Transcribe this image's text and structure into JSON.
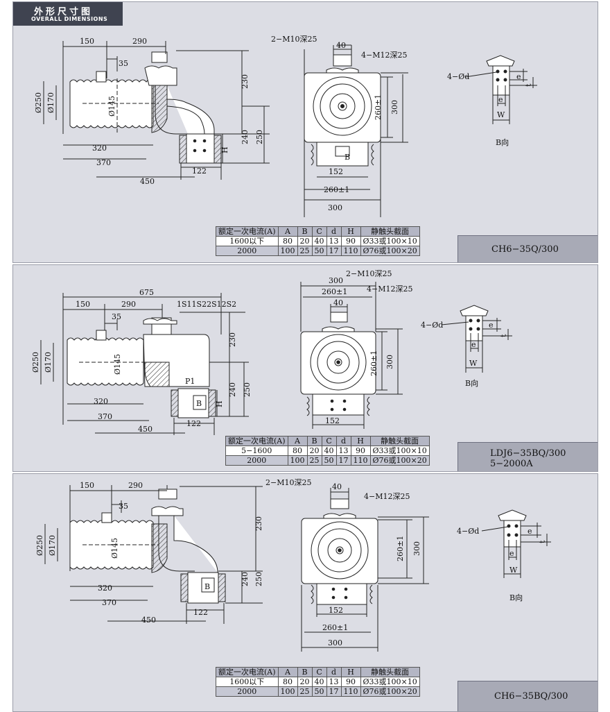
{
  "header": {
    "title_cn": "外形尺寸图",
    "title_en": "OVERALL DIMENSIONS"
  },
  "colors": {
    "panel_bg": "#dcdde4",
    "header_bg": "#3f4350",
    "model_box": "#a8aab6",
    "table_head": "#b4b6c4",
    "table_row_alt": "#c6c8d4",
    "line": "#222222",
    "hatch": "#444444"
  },
  "panels": [
    {
      "model_line1": "CH6−35Q/300",
      "model_line2": "",
      "dims": {
        "d150": "150",
        "d290": "290",
        "d35": "35",
        "d230": "230",
        "d240": "240",
        "d250": "250",
        "d320": "320",
        "d370": "370",
        "d450": "450",
        "d122": "122",
        "H": "H",
        "phi250": "Ø250",
        "phi170": "Ø170",
        "phi145": "Ø145",
        "m10": "2−M10深25",
        "m12": "4−M12深25",
        "d40": "40",
        "d260pm": "260±1",
        "d300": "300",
        "d152": "152",
        "d260b": "260±1",
        "d300b": "300",
        "B": "B",
        "phid": "4−Ød",
        "e1": "e",
        "t": "t",
        "e2": "e",
        "W": "W",
        "bview": "B向"
      },
      "table": {
        "headers": [
          "额定一次电流(A)",
          "A",
          "B",
          "C",
          "d",
          "H",
          "静触头截面"
        ],
        "rows": [
          [
            "1600以下",
            "80",
            "20",
            "40",
            "13",
            "90",
            "Ø33或100×10"
          ],
          [
            "2000",
            "100",
            "25",
            "50",
            "17",
            "110",
            "Ø76或100×20"
          ]
        ]
      }
    },
    {
      "model_line1": "LDJ6−35BQ/300",
      "model_line2": "5−2000A",
      "dims": {
        "d675": "675",
        "d150": "150",
        "d290": "290",
        "d35": "35",
        "term": "1S11S22S12S2",
        "d230": "230",
        "d240": "240",
        "d250": "250",
        "d320": "320",
        "d370": "370",
        "d450": "450",
        "d122": "122",
        "H": "H",
        "P1": "P1",
        "B": "B",
        "phi250": "Ø250",
        "phi170": "Ø170",
        "phi145": "Ø145",
        "d300t": "300",
        "d260t": "260±1",
        "m10": "2−M10深25",
        "m12": "4−M12深25",
        "d40": "40",
        "d260pm": "260±1",
        "d300": "300",
        "d152": "152",
        "phid": "4−Ød",
        "e1": "e",
        "t": "t",
        "e2": "e",
        "W": "W",
        "bview": "B向"
      },
      "table": {
        "headers": [
          "额定一次电流(A)",
          "A",
          "B",
          "C",
          "d",
          "H",
          "静触头截面"
        ],
        "rows": [
          [
            "5−1600",
            "80",
            "20",
            "40",
            "13",
            "90",
            "Ø33或100×10"
          ],
          [
            "2000",
            "100",
            "25",
            "50",
            "17",
            "110",
            "Ø76或100×20"
          ]
        ]
      }
    },
    {
      "model_line1": "CH6−35BQ/300",
      "model_line2": "",
      "dims": {
        "d150": "150",
        "d290": "290",
        "d35": "35",
        "d230": "230",
        "d240": "240",
        "d250": "250",
        "d320": "320",
        "d370": "370",
        "d450": "450",
        "d122": "122",
        "B": "B",
        "phi250": "Ø250",
        "phi170": "Ø170",
        "phi145": "Ø145",
        "m10": "2−M10深25",
        "m12": "4−M12深25",
        "d40": "40",
        "d260pm": "260±1",
        "d300": "300",
        "d152": "152",
        "d260b": "260±1",
        "d300b": "300",
        "phid": "4−Ød",
        "e1": "e",
        "t": "t",
        "e2": "e",
        "W": "W",
        "bview": "B向"
      },
      "table": {
        "headers": [
          "额定一次电流(A)",
          "A",
          "B",
          "C",
          "d",
          "H",
          "静触头截面"
        ],
        "rows": [
          [
            "1600以下",
            "80",
            "20",
            "40",
            "13",
            "90",
            "Ø33或100×10"
          ],
          [
            "2000",
            "100",
            "25",
            "50",
            "17",
            "110",
            "Ø76或100×20"
          ]
        ]
      }
    }
  ]
}
